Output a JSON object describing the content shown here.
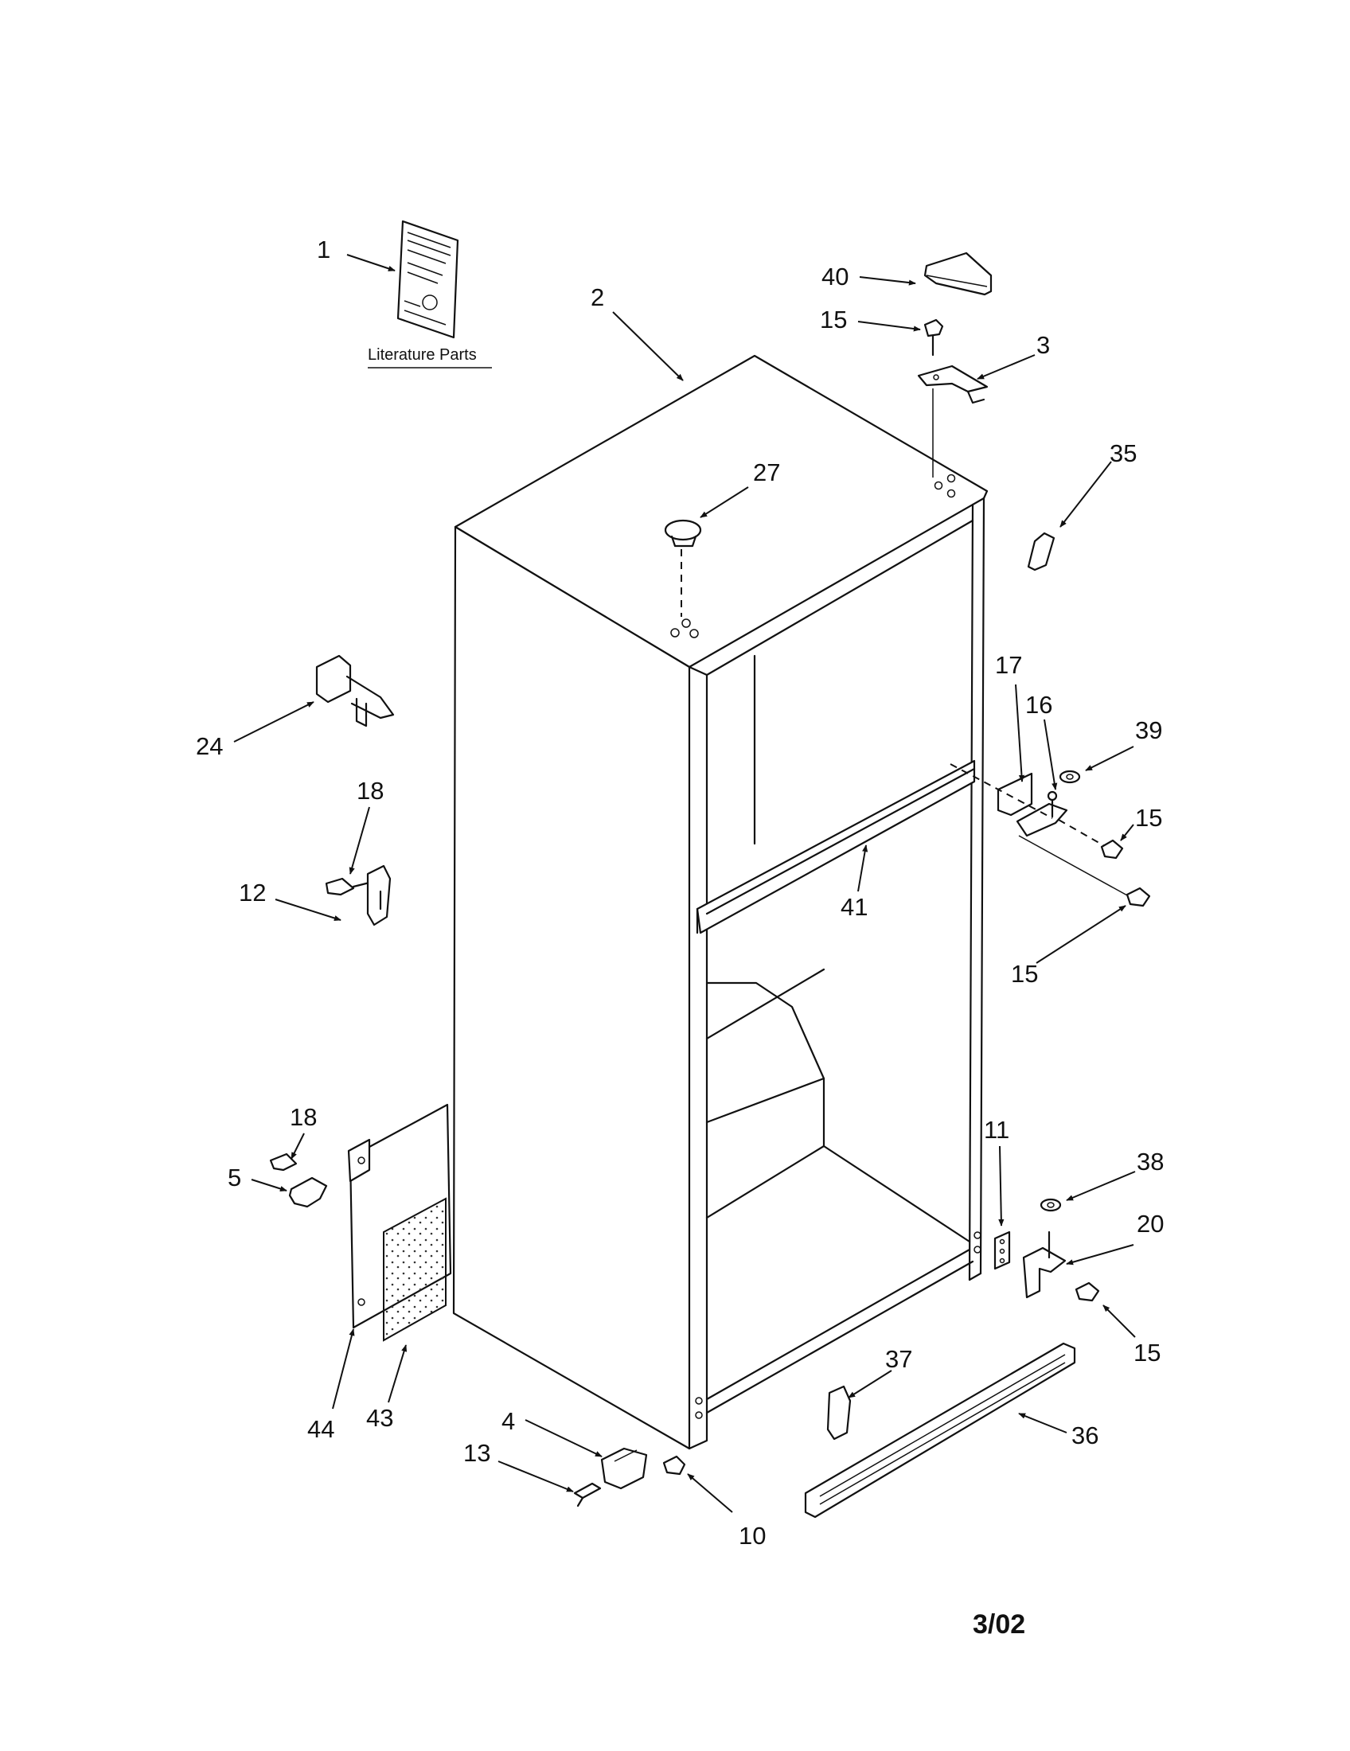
{
  "diagram": {
    "literature_label": "Literature Parts",
    "date_code": "3/02",
    "callouts": [
      {
        "id": "c1",
        "label": "1"
      },
      {
        "id": "c2",
        "label": "2"
      },
      {
        "id": "c40",
        "label": "40"
      },
      {
        "id": "c15a",
        "label": "15"
      },
      {
        "id": "c3",
        "label": "3"
      },
      {
        "id": "c35",
        "label": "35"
      },
      {
        "id": "c27",
        "label": "27"
      },
      {
        "id": "c24",
        "label": "24"
      },
      {
        "id": "c17",
        "label": "17"
      },
      {
        "id": "c16",
        "label": "16"
      },
      {
        "id": "c39",
        "label": "39"
      },
      {
        "id": "c15b",
        "label": "15"
      },
      {
        "id": "c18a",
        "label": "18"
      },
      {
        "id": "c12",
        "label": "12"
      },
      {
        "id": "c41",
        "label": "41"
      },
      {
        "id": "c15c",
        "label": "15"
      },
      {
        "id": "c18b",
        "label": "18"
      },
      {
        "id": "c5",
        "label": "5"
      },
      {
        "id": "c11",
        "label": "11"
      },
      {
        "id": "c38",
        "label": "38"
      },
      {
        "id": "c20",
        "label": "20"
      },
      {
        "id": "c15d",
        "label": "15"
      },
      {
        "id": "c44",
        "label": "44"
      },
      {
        "id": "c43",
        "label": "43"
      },
      {
        "id": "c37",
        "label": "37"
      },
      {
        "id": "c36",
        "label": "36"
      },
      {
        "id": "c4",
        "label": "4"
      },
      {
        "id": "c13",
        "label": "13"
      },
      {
        "id": "c10",
        "label": "10"
      }
    ]
  }
}
